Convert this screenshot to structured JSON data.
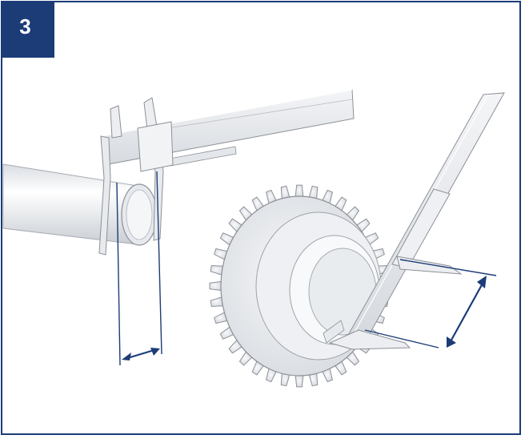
{
  "step": {
    "number": "3"
  },
  "colors": {
    "frame": "#1c3c78",
    "badge_background": "#1c3c78",
    "badge_text": "#ffffff",
    "dimension_line": "#1c3c78",
    "part_fill": "#eef0f3",
    "part_stroke": "#8c9097"
  },
  "illustration": {
    "subjects": [
      "shaft",
      "caliper-measuring-shaft",
      "gear",
      "caliper-measuring-gear-bore"
    ],
    "icons": [
      "double-arrow-icon"
    ]
  }
}
